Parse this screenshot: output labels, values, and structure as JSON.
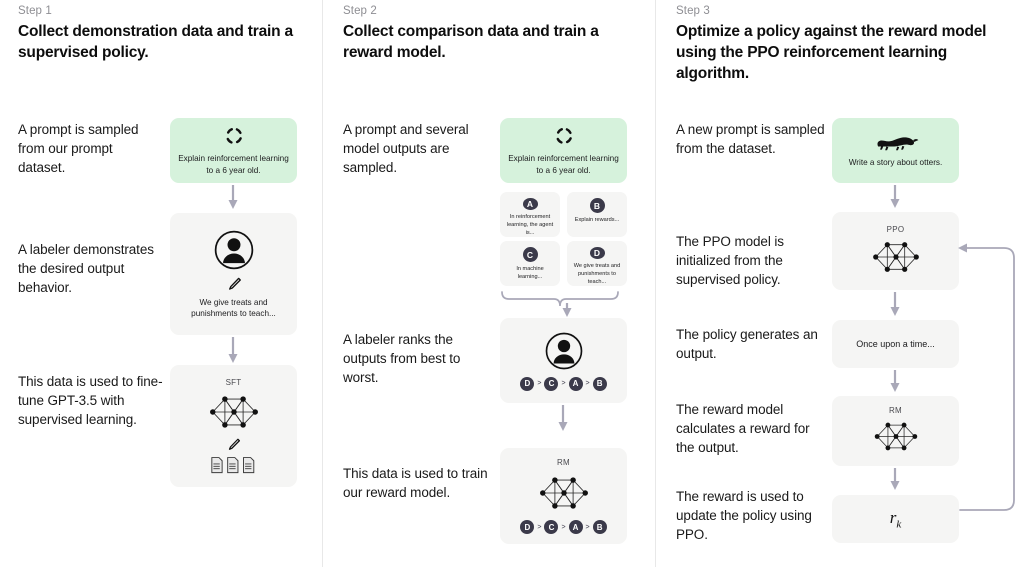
{
  "diagram": {
    "title_semantic": "rlhf-three-step-training-pipeline",
    "accent_green": "#d6f2dc",
    "card_grey": "#f5f5f4",
    "badge_navy": "#3b3a4a",
    "arrow_color": "#a9a8b8"
  },
  "steps": [
    {
      "label": "Step 1",
      "title": "Collect demonstration data and train a supervised policy.",
      "captions": [
        "A prompt is sampled from our prompt dataset.",
        "A labeler demonstrates the desired output behavior.",
        "This data is used to fine-tune GPT-3.5 with supervised learning."
      ],
      "cards": [
        {
          "name": "prompt-card",
          "icon": "circular-arrows-icon",
          "text": "Explain reinforcement learning to a 6 year old."
        },
        {
          "name": "labeler-demo-card",
          "icon": "person-icon",
          "text": "We give treats and punishments to teach..."
        },
        {
          "name": "sft-model-card",
          "title": "SFT",
          "icon": "neural-network-icon"
        }
      ]
    },
    {
      "label": "Step 2",
      "title": "Collect comparison data and train a reward model.",
      "captions": [
        "A prompt and several model outputs are sampled.",
        "A labeler ranks the outputs from best to worst.",
        "This data is used to train our reward model."
      ],
      "cards": [
        {
          "name": "prompt-card",
          "icon": "circular-arrows-icon",
          "text": "Explain reinforcement learning to a 6 year old."
        },
        {
          "name": "labeler-rank-card",
          "icon": "person-icon"
        },
        {
          "name": "rm-model-card",
          "title": "RM",
          "icon": "neural-network-icon"
        }
      ],
      "outputs": [
        {
          "letter": "A",
          "text": "In reinforcement learning, the agent is..."
        },
        {
          "letter": "B",
          "text": "Explain rewards..."
        },
        {
          "letter": "C",
          "text": "In machine learning..."
        },
        {
          "letter": "D",
          "text": "We give treats and punishments to teach..."
        }
      ],
      "ranking": [
        "D",
        "C",
        "A",
        "B"
      ],
      "ranking_separator": ">"
    },
    {
      "label": "Step 3",
      "title": "Optimize a policy against the reward model using the PPO reinforcement learning algorithm.",
      "captions": [
        "A new prompt is sampled from the dataset.",
        "The PPO model is initialized from the supervised policy.",
        "The policy generates an output.",
        "The reward model calculates a reward for the output.",
        "The reward is used to update the policy using PPO."
      ],
      "cards": [
        {
          "name": "new-prompt-card",
          "icon": "otter-icon",
          "text": "Write a story about otters."
        },
        {
          "name": "ppo-model-card",
          "title": "PPO",
          "icon": "neural-network-icon"
        },
        {
          "name": "generated-output-card",
          "text": "Once upon a time..."
        },
        {
          "name": "rm-model-card",
          "title": "RM",
          "icon": "neural-network-icon"
        },
        {
          "name": "reward-value-card",
          "value": "r",
          "subscript": "k"
        }
      ]
    }
  ]
}
